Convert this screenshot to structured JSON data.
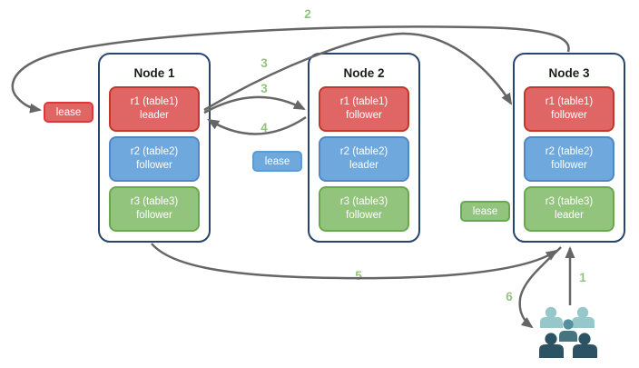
{
  "nodes": [
    {
      "title": "Node 1",
      "replicas": [
        {
          "label": "r1 (table1)",
          "role": "leader"
        },
        {
          "label": "r2 (table2)",
          "role": "follower"
        },
        {
          "label": "r3 (table3)",
          "role": "follower"
        }
      ]
    },
    {
      "title": "Node 2",
      "replicas": [
        {
          "label": "r1 (table1)",
          "role": "follower"
        },
        {
          "label": "r2 (table2)",
          "role": "leader"
        },
        {
          "label": "r3 (table3)",
          "role": "follower"
        }
      ]
    },
    {
      "title": "Node 3",
      "replicas": [
        {
          "label": "r1 (table1)",
          "role": "follower"
        },
        {
          "label": "r2 (table2)",
          "role": "follower"
        },
        {
          "label": "r3 (table3)",
          "role": "leader"
        }
      ]
    }
  ],
  "leases": {
    "red": {
      "label": "lease"
    },
    "blue": {
      "label": "lease"
    },
    "green": {
      "label": "lease"
    }
  },
  "steps": {
    "s1": "1",
    "s2": "2",
    "s3a": "3",
    "s3b": "3",
    "s4": "4",
    "s5": "5",
    "s6": "6"
  },
  "icons": {
    "users": "users-icon"
  },
  "colors": {
    "replica_red": "#E06666",
    "replica_red_border": "#C0392B",
    "replica_blue": "#6FA8DC",
    "replica_blue_border": "#5286C5",
    "replica_green": "#93C47D",
    "replica_green_border": "#6AA84F",
    "lease_red_border": "#DB3A3A",
    "node_border": "#28456C",
    "arrow": "#666666",
    "step_label": "#93C47D",
    "users_light": "#96C7CA",
    "users_medium_head": "#52919D",
    "users_medium_body": "#47737F",
    "users_dark": "#2D5263"
  }
}
